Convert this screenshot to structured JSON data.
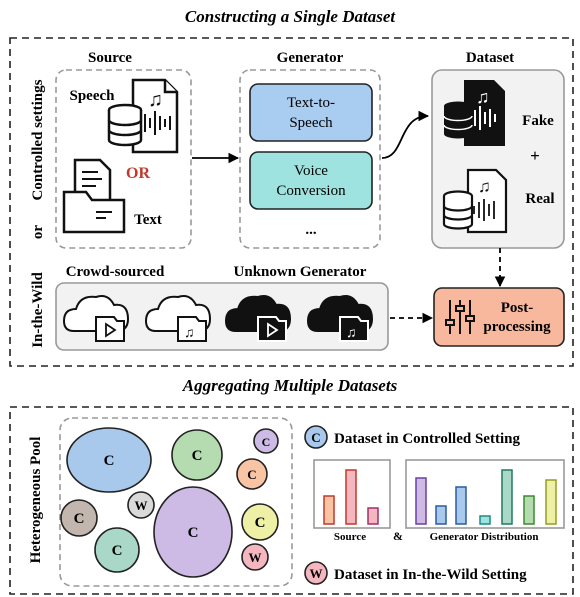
{
  "top": {
    "title": "Constructing a Single Dataset",
    "side_labels": [
      "Controlled settings",
      "or",
      "In-the-Wild"
    ],
    "source": {
      "heading": "Source",
      "speech_label": "Speech",
      "or_label": "OR",
      "text_label": "Text"
    },
    "generator": {
      "heading": "Generator",
      "tts_line1": "Text-to-",
      "tts_line2": "Speech",
      "vc_line1": "Voice",
      "vc_line2": "Conversion",
      "ellipsis": "..."
    },
    "dataset": {
      "heading": "Dataset",
      "fake_label": "Fake",
      "plus": "+",
      "real_label": "Real"
    },
    "wild": {
      "crowd_label": "Crowd-sourced",
      "unknown_label": "Unknown Generator",
      "post_line1": "Post-",
      "post_line2": "processing"
    }
  },
  "bottom": {
    "title": "Aggregating Multiple Datasets",
    "side_label": "Heterogeneous Pool",
    "controlled_letter": "C",
    "wild_letter": "W",
    "legend_controlled": "Dataset in Controlled Setting",
    "legend_wild": "Dataset in In-the-Wild Setting",
    "source_caption": "Source",
    "amp": "&",
    "generator_caption": "Generator Distribution"
  },
  "colors": {
    "tts_fill": "#a9cdf0",
    "vc_fill": "#9ee3e0",
    "post_fill": "#f7b89d",
    "c_blue": "#a8c8ec",
    "c_green": "#b5dcb0",
    "c_purple": "#cdbbe6",
    "c_orange": "#f8c4a4",
    "c_yellow": "#eef0a6",
    "c_teal": "#a9d8c9",
    "c_brown": "#c2b6ae",
    "w_red": "#f4b6bf",
    "w_gray": "#d9d9d9"
  }
}
